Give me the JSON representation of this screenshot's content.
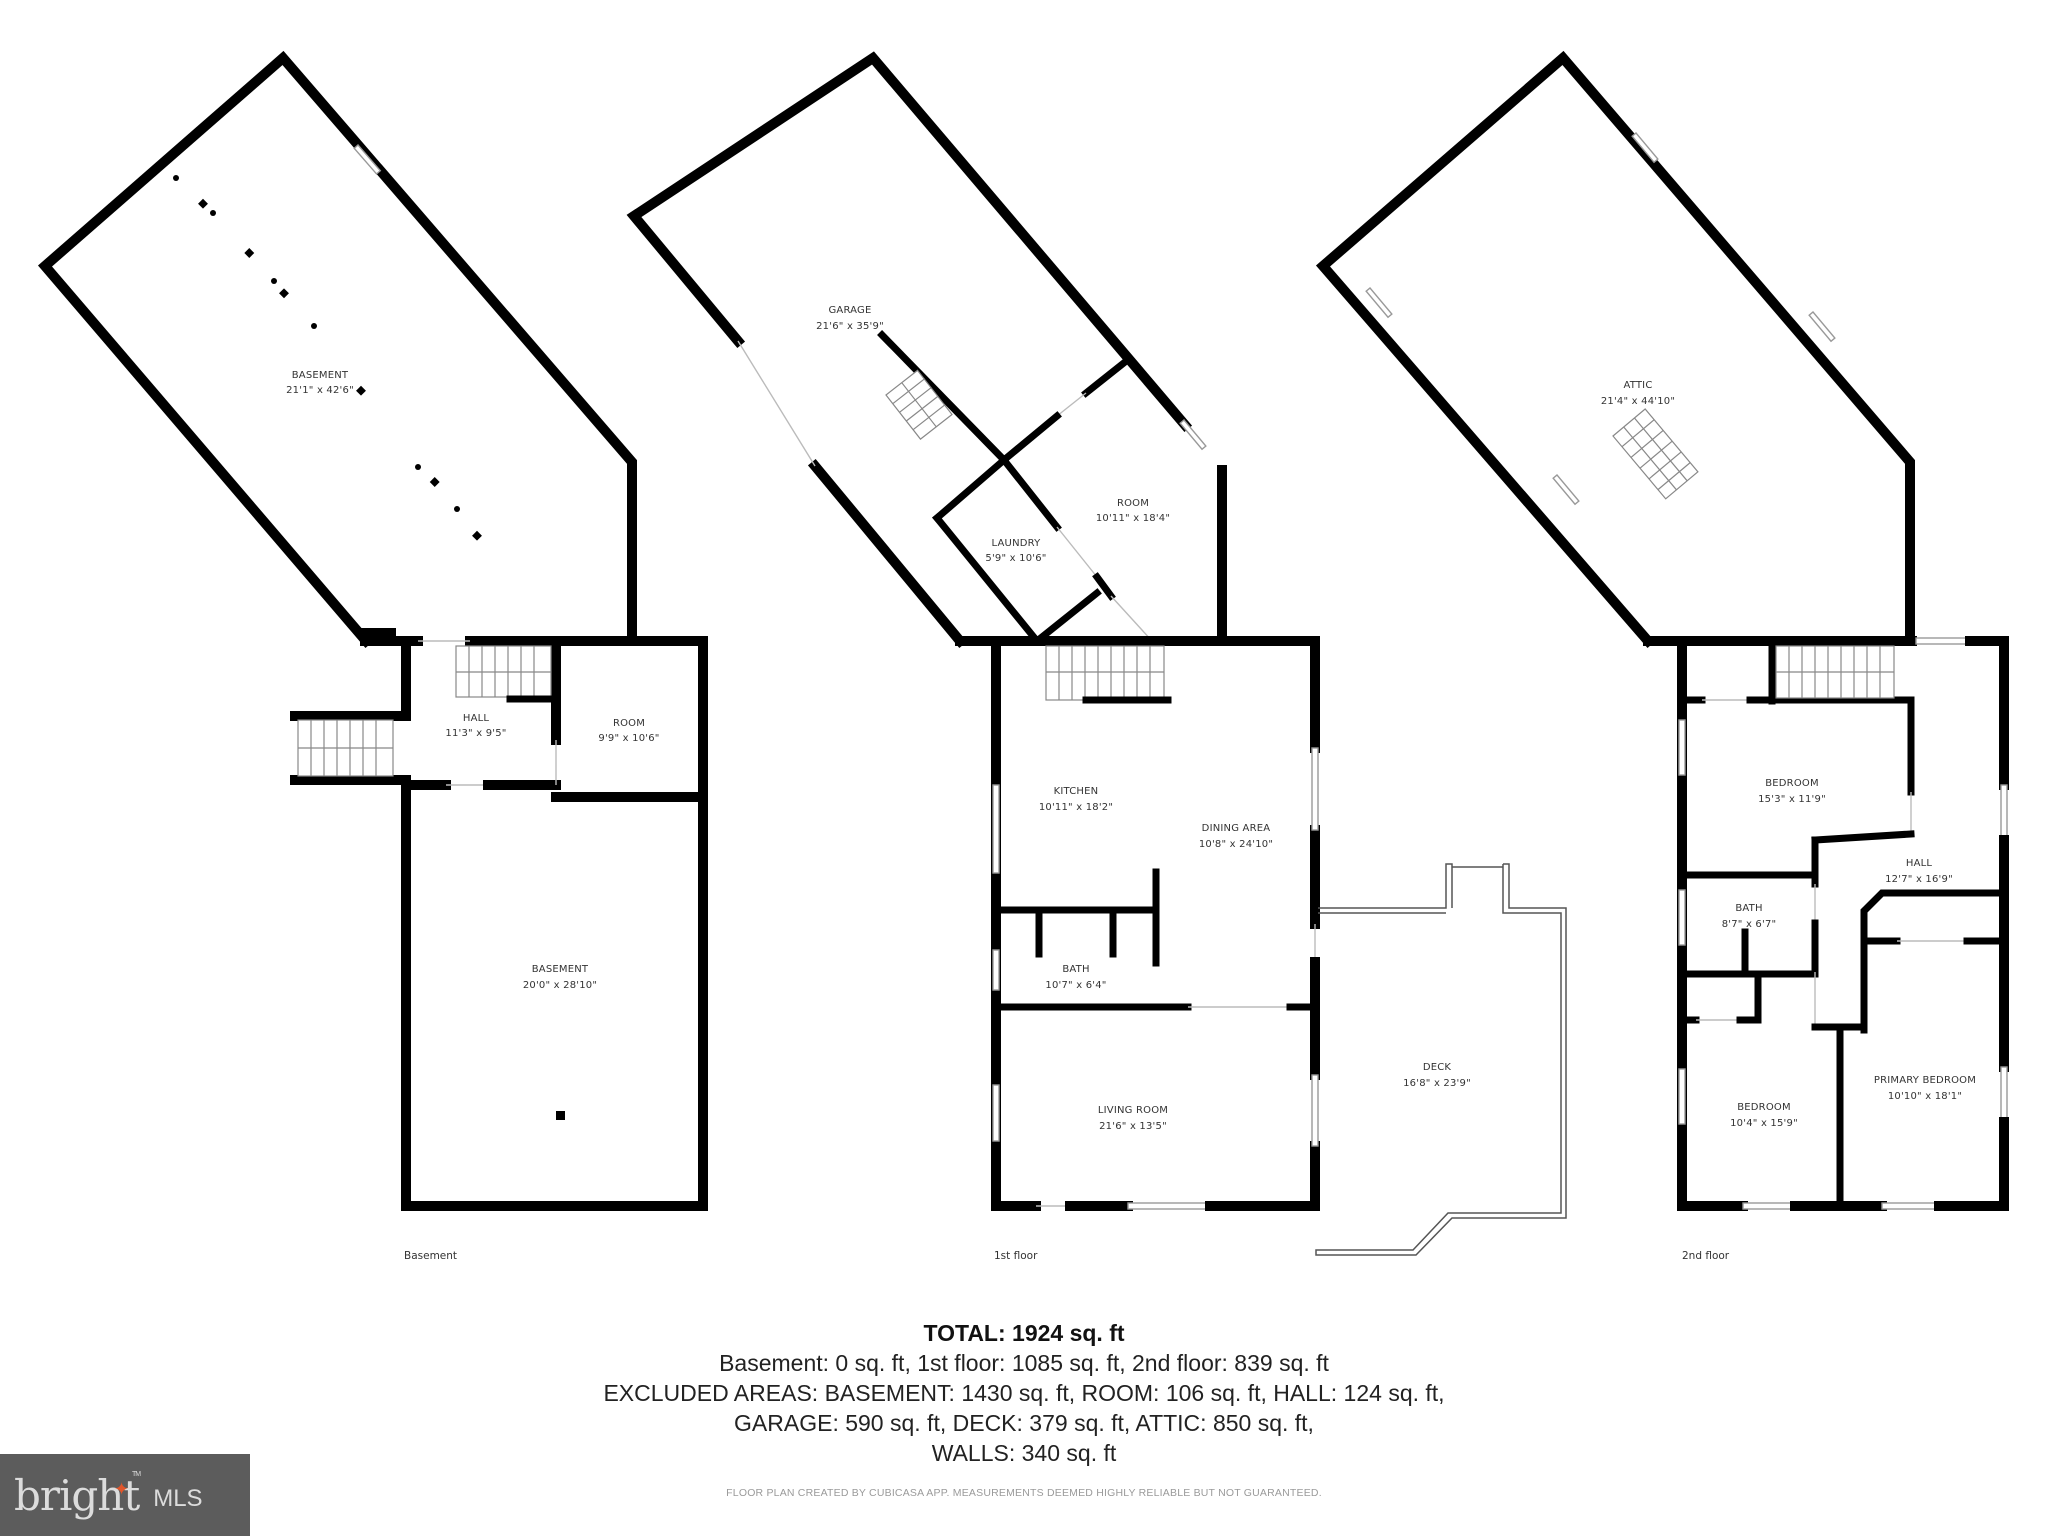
{
  "floors": [
    {
      "name": "Basement",
      "rooms": [
        {
          "name": "BASEMENT",
          "dims": "21'1\" x 42'6\""
        },
        {
          "name": "HALL",
          "dims": "11'3\" x 9'5\""
        },
        {
          "name": "ROOM",
          "dims": "9'9\" x 10'6\""
        },
        {
          "name": "BASEMENT",
          "dims": "20'0\" x 28'10\""
        }
      ]
    },
    {
      "name": "1st floor",
      "rooms": [
        {
          "name": "GARAGE",
          "dims": "21'6\" x 35'9\""
        },
        {
          "name": "ROOM",
          "dims": "10'11\" x 18'4\""
        },
        {
          "name": "LAUNDRY",
          "dims": "5'9\" x 10'6\""
        },
        {
          "name": "KITCHEN",
          "dims": "10'11\" x 18'2\""
        },
        {
          "name": "DINING AREA",
          "dims": "10'8\" x 24'10\""
        },
        {
          "name": "BATH",
          "dims": "10'7\" x 6'4\""
        },
        {
          "name": "LIVING ROOM",
          "dims": "21'6\" x 13'5\""
        },
        {
          "name": "DECK",
          "dims": "16'8\" x 23'9\""
        }
      ]
    },
    {
      "name": "2nd floor",
      "rooms": [
        {
          "name": "ATTIC",
          "dims": "21'4\" x 44'10\""
        },
        {
          "name": "BEDROOM",
          "dims": "15'3\" x 11'9\""
        },
        {
          "name": "HALL",
          "dims": "12'7\" x 16'9\""
        },
        {
          "name": "BATH",
          "dims": "8'7\" x 6'7\""
        },
        {
          "name": "BEDROOM",
          "dims": "10'4\" x 15'9\""
        },
        {
          "name": "PRIMARY BEDROOM",
          "dims": "10'10\" x 18'1\""
        }
      ]
    }
  ],
  "summary": {
    "total": "TOTAL: 1924 sq. ft",
    "lines": [
      "Basement: 0 sq. ft, 1st floor: 1085 sq. ft, 2nd floor: 839 sq. ft",
      "EXCLUDED AREAS: BASEMENT: 1430 sq. ft, ROOM: 106 sq. ft, HALL: 124 sq. ft,",
      "GARAGE: 590 sq. ft, DECK: 379 sq. ft, ATTIC: 850 sq. ft,",
      "WALLS: 340 sq. ft"
    ]
  },
  "disclaimer": "FLOOR PLAN CREATED BY CUBICASA APP. MEASUREMENTS DEEMED HIGHLY RELIABLE BUT NOT GUARANTEED.",
  "logo": {
    "brand": "bright",
    "suffix": "MLS",
    "tm": "TM",
    "accent_color": "#e0562b",
    "bg_color": "#5c5c5c"
  }
}
